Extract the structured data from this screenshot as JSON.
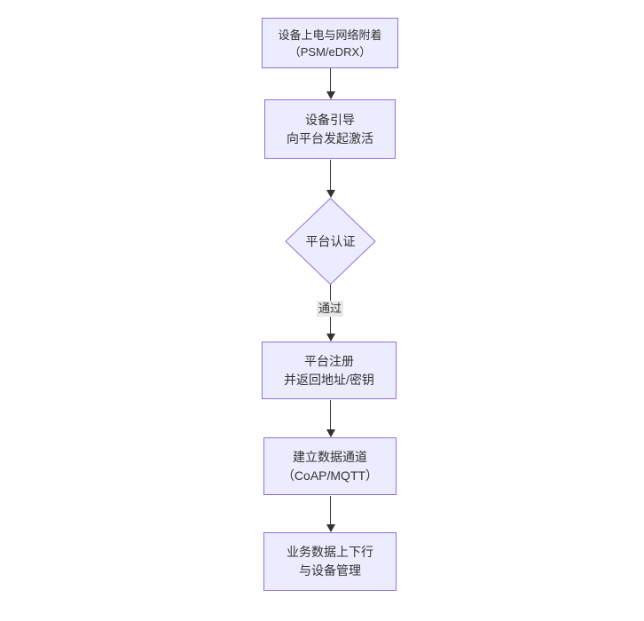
{
  "diagram": {
    "type": "flowchart",
    "direction": "top-down",
    "colors": {
      "background": "#ffffff",
      "node_fill": "#ECECFF",
      "node_border": "#9370DB",
      "text": "#333333",
      "edge_line": "#333333",
      "edge_label_bg": "#e8e8e8"
    },
    "nodes": [
      {
        "id": "A",
        "shape": "rect",
        "lines": [
          "设备上电与网络附着",
          "（PSM/eDRX）"
        ]
      },
      {
        "id": "B",
        "shape": "rect",
        "lines": [
          "设备引导",
          "向平台发起激活"
        ]
      },
      {
        "id": "C",
        "shape": "diamond",
        "lines": [
          "平台认证"
        ]
      },
      {
        "id": "D",
        "shape": "rect",
        "lines": [
          "平台注册",
          "并返回地址/密钥"
        ]
      },
      {
        "id": "E",
        "shape": "rect",
        "lines": [
          "建立数据通道",
          "（CoAP/MQTT）"
        ]
      },
      {
        "id": "F",
        "shape": "rect",
        "lines": [
          "业务数据上下行",
          "与设备管理"
        ]
      }
    ],
    "edges": [
      {
        "from": "A",
        "to": "B",
        "label": ""
      },
      {
        "from": "B",
        "to": "C",
        "label": ""
      },
      {
        "from": "C",
        "to": "D",
        "label": "通过"
      },
      {
        "from": "D",
        "to": "E",
        "label": ""
      },
      {
        "from": "E",
        "to": "F",
        "label": ""
      }
    ]
  }
}
